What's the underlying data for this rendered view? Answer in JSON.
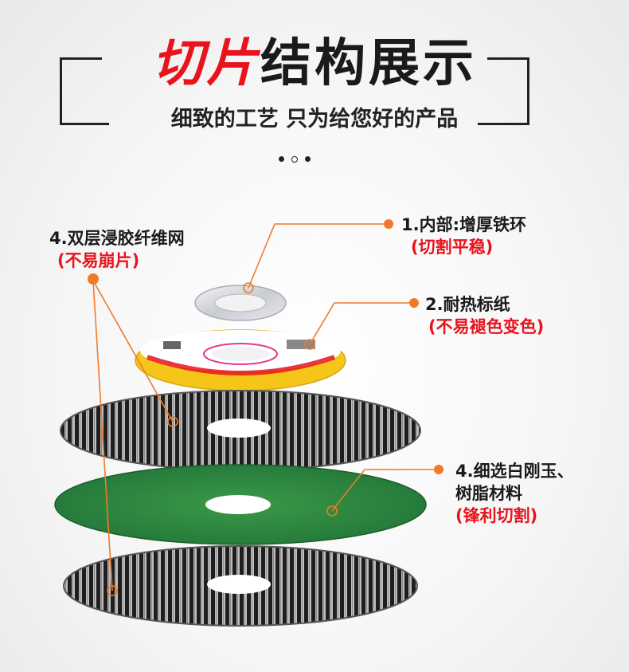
{
  "header": {
    "title_red": "切片",
    "title_dark": "结构展示",
    "subtitle": "细致的工艺 只为给您好的产品"
  },
  "layers": {
    "inner_ring": {
      "label": "1.内部:增厚铁环",
      "sub": "(切割平稳)"
    },
    "label_paper": {
      "label": "2.耐热标纸",
      "sub": "(不易褪色变色)"
    },
    "fiber_mesh": {
      "label": "4.双层浸胶纤维网",
      "sub": "(不易崩片)"
    },
    "abrasive": {
      "label1": "4.细选白刚玉、",
      "label2": "树脂材料",
      "sub": "(锋利切割)"
    }
  },
  "colors": {
    "accent_red": "#e8131c",
    "marker_orange": "#f07a2a",
    "abrasive_green": "#2e8a3c",
    "label_yellow": "#f6c21a"
  }
}
